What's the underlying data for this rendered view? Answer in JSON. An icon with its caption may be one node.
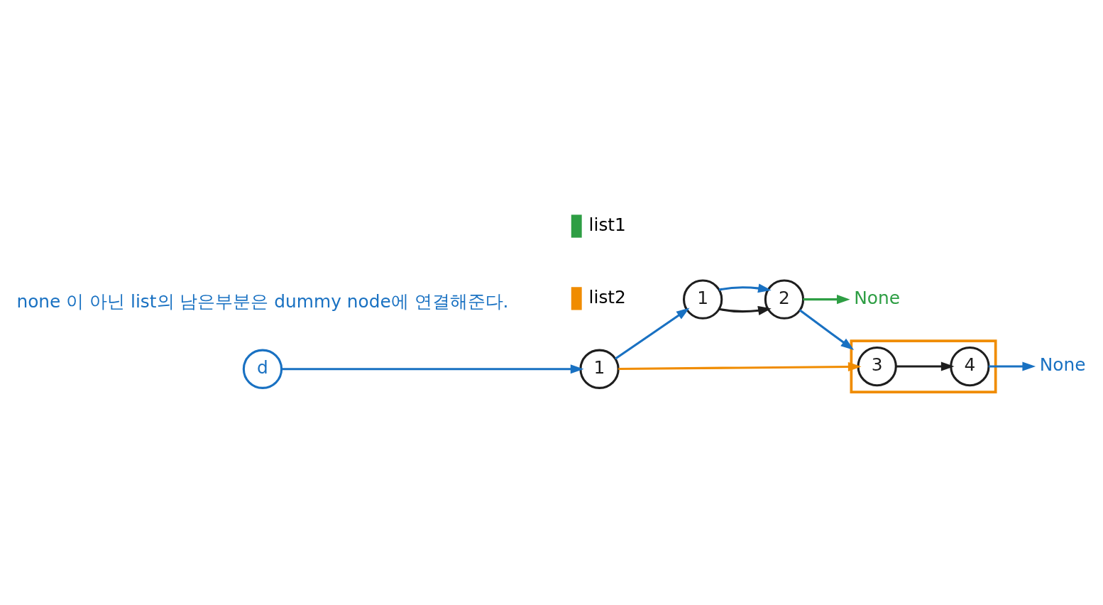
{
  "diagram": {
    "nodes": [
      {
        "text": [
          "1"
        ]
      },
      {
        "text": [
          "2"
        ]
      },
      {
        "text": [
          "None"
        ]
      },
      {
        "text": [
          "1"
        ]
      },
      {
        "text": [],
        "shape": "box"
      },
      {
        "text": [
          "3"
        ],
        "in": 4
      },
      {
        "text": [
          "4"
        ],
        "in": 4
      },
      {
        "text": [
          "None"
        ]
      },
      {
        "text": [
          "d"
        ]
      }
    ],
    "edges": [
      {
        "from": 0,
        "to": 1,
        "arrow": "to",
        "color": "#1e1e1e"
      },
      {
        "from": 1,
        "to": 2,
        "arrow": "to",
        "color": "#2e9e44"
      },
      {
        "from": 3,
        "to": 5,
        "arrow": "to",
        "color": "#f08c00"
      },
      {
        "from": 5,
        "to": 6,
        "arrow": "to",
        "color": "#1e1e1e"
      },
      {
        "from": 6,
        "to": 7,
        "arrow": "to"
      },
      {
        "from": 8,
        "to": 3,
        "arrow": "to"
      },
      {
        "from": 3,
        "to": 0,
        "arrow": "to"
      },
      {
        "from": 0,
        "to": 1,
        "arrow": "to"
      },
      {
        "from": 1,
        "to": 4,
        "arrow": "to"
      }
    ],
    "labels": [
      "none 이 아닌 list의 남은부분은 dummy node에 연결해준다."
    ],
    "legend": [
      {
        "text": "list1",
        "color": "#2e9e44"
      },
      {
        "text": "list2",
        "color": "#f08c00"
      }
    ]
  }
}
